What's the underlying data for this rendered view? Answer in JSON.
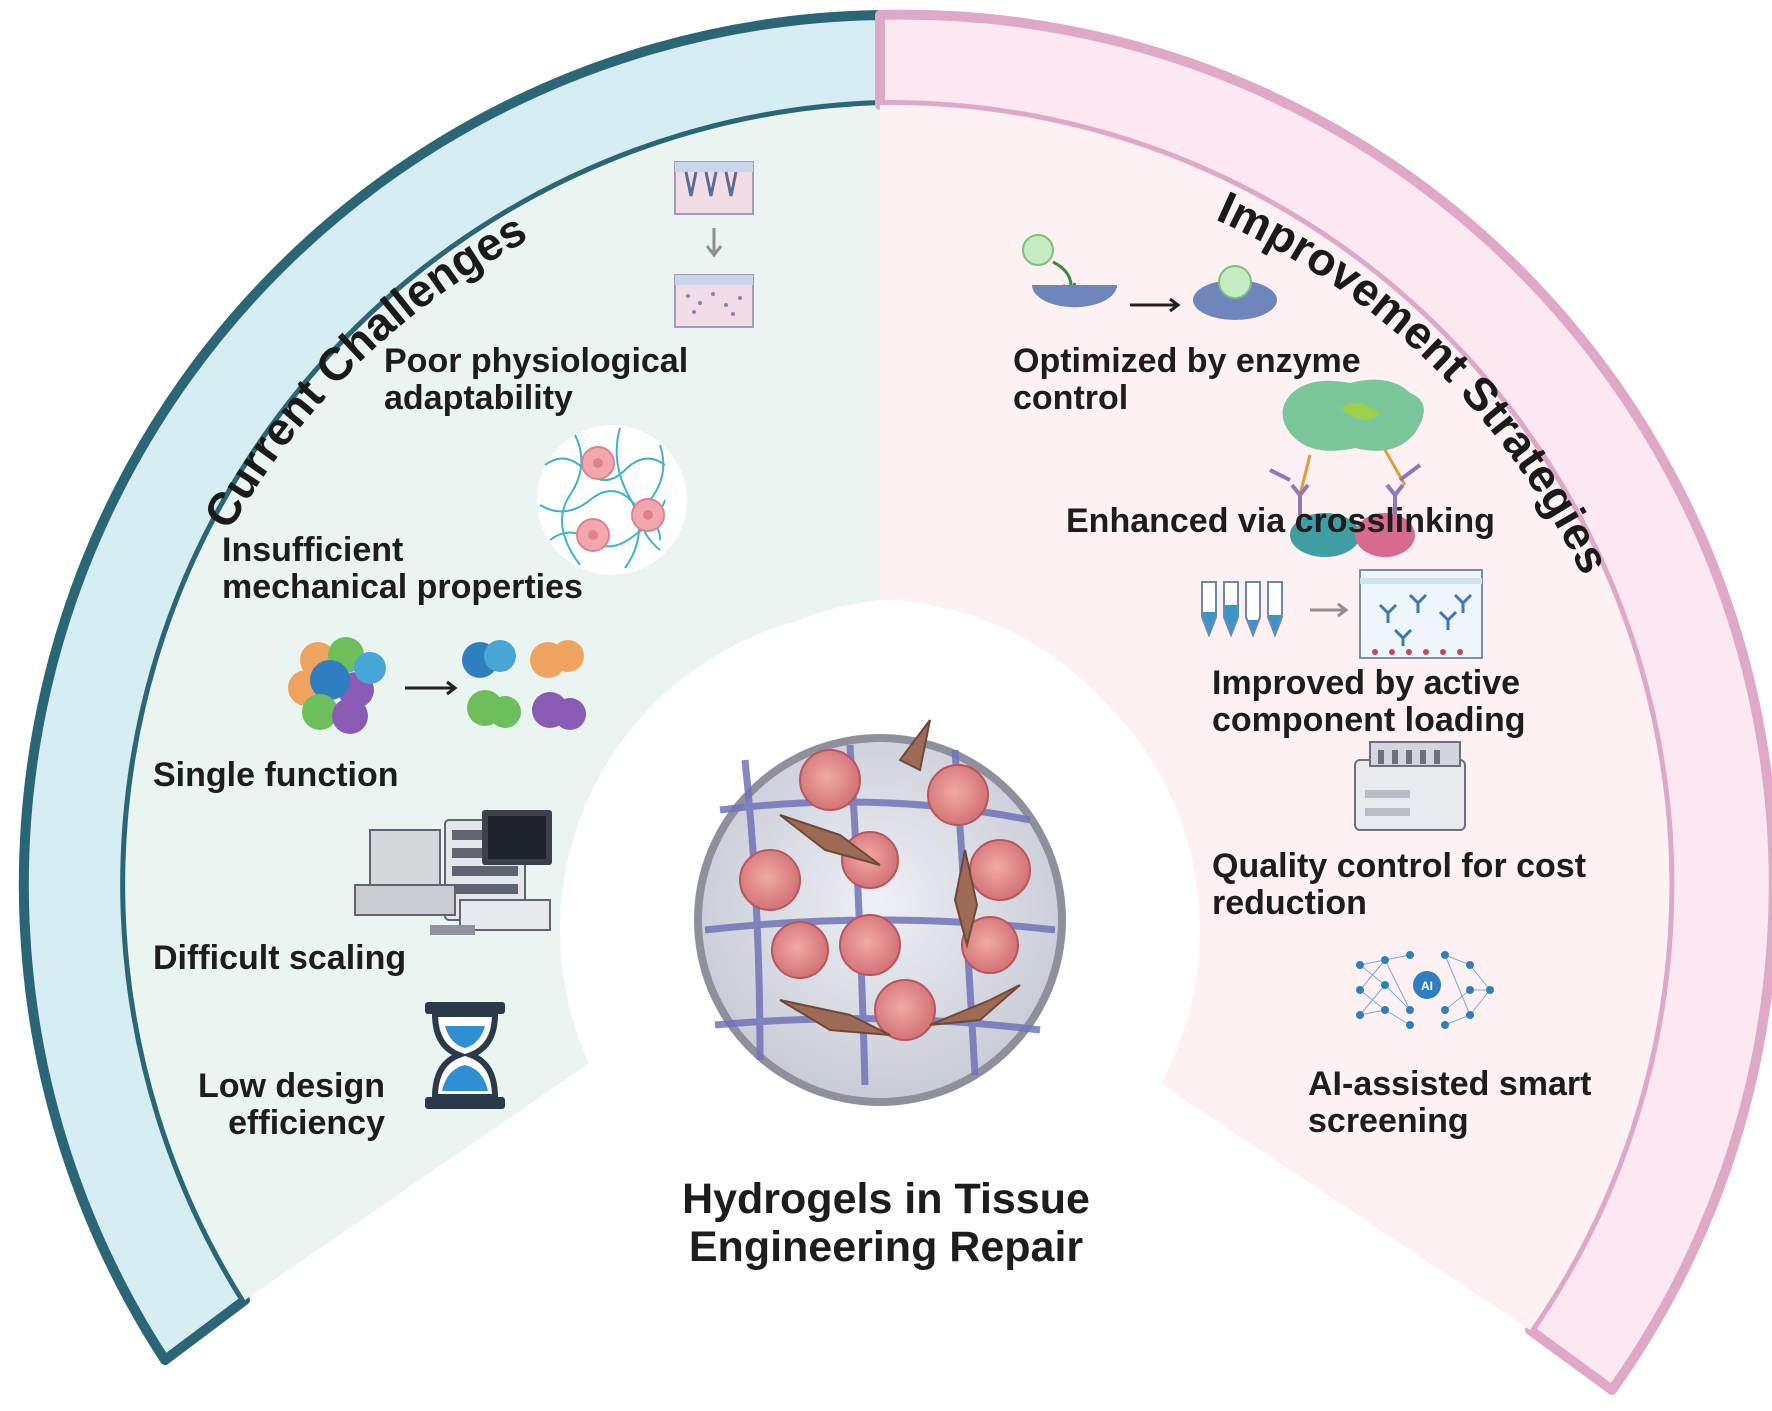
{
  "left_panel": {
    "title": "Current Challenges",
    "items": [
      {
        "line1": "Poor physiological",
        "line2": "adaptability",
        "icon": "skin-layer-icon"
      },
      {
        "line1": "Insufficient",
        "line2": "mechanical properties",
        "icon": "hydrogel-network-icon"
      },
      {
        "line1": "Single function",
        "line2": "",
        "icon": "cell-cluster-icon"
      },
      {
        "line1": "Difficult scaling",
        "line2": "",
        "icon": "lab-instrument-icon"
      },
      {
        "line1": "Low design",
        "line2": "efficiency",
        "icon": "hourglass-icon"
      }
    ]
  },
  "right_panel": {
    "title": "Improvement Strategies",
    "items": [
      {
        "line1": "Optimized by enzyme",
        "line2": "control",
        "icon": "enzyme-substrate-icon"
      },
      {
        "line1": "Enhanced via crosslinking",
        "line2": "",
        "icon": "protein-crosslink-icon"
      },
      {
        "line1": "Improved by active",
        "line2": "component loading",
        "icon": "tubes-and-antibodies-icon"
      },
      {
        "line1": "Quality control for cost",
        "line2": "reduction",
        "icon": "analyzer-machine-icon"
      },
      {
        "line1": "AI-assisted smart",
        "line2": "screening",
        "icon": "neural-network-icon"
      }
    ]
  },
  "center": {
    "title_line1": "Hydrogels in Tissue",
    "title_line2": "Engineering Repair",
    "icon": "petri-dish-cells-icon",
    "ai_badge": "AI"
  },
  "colors": {
    "left_band": "#d6eef3",
    "left_border": "#2b6677",
    "left_inner": "#eaf5f2",
    "right_band": "#fbe8f0",
    "right_border": "#e0a8c7",
    "right_inner": "#fdf1f3"
  }
}
